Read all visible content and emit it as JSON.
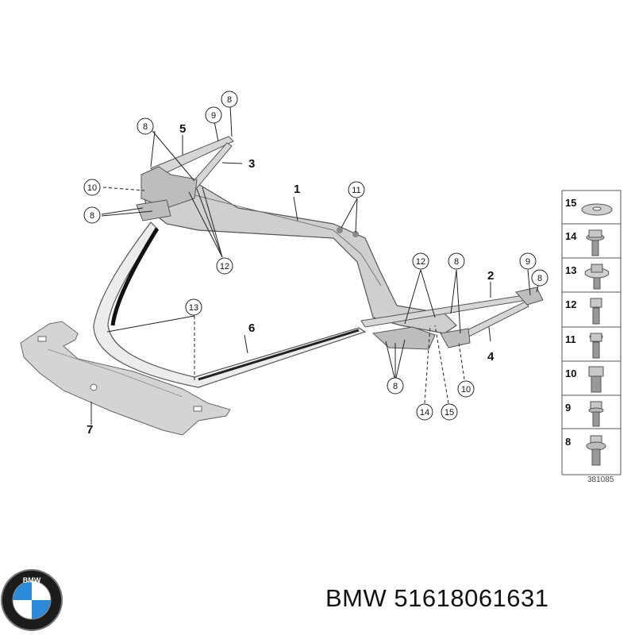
{
  "callouts": {
    "c8": "8",
    "c9": "9",
    "c10": "10",
    "c11": "11",
    "c12": "12",
    "c13": "13",
    "c14": "14",
    "c15": "15"
  },
  "parts": {
    "p1": "1",
    "p2": "2",
    "p3": "3",
    "p4": "4",
    "p5": "5",
    "p6": "6",
    "p7": "7"
  },
  "legend": [
    {
      "num": "15",
      "icon": "washer-icon"
    },
    {
      "num": "14",
      "icon": "hex-flange-bolt-icon"
    },
    {
      "num": "13",
      "icon": "hex-collar-bolt-icon"
    },
    {
      "num": "12",
      "icon": "hex-bolt-icon"
    },
    {
      "num": "11",
      "icon": "torx-bolt-icon"
    },
    {
      "num": "10",
      "icon": "hex-bolt-icon"
    },
    {
      "num": "9",
      "icon": "hex-bolt-icon"
    },
    {
      "num": "8",
      "icon": "collar-bolt-icon"
    }
  ],
  "diagram_ref": "381085",
  "brand": {
    "logo_text": "BMW",
    "caption": "BMW 51618061631"
  }
}
